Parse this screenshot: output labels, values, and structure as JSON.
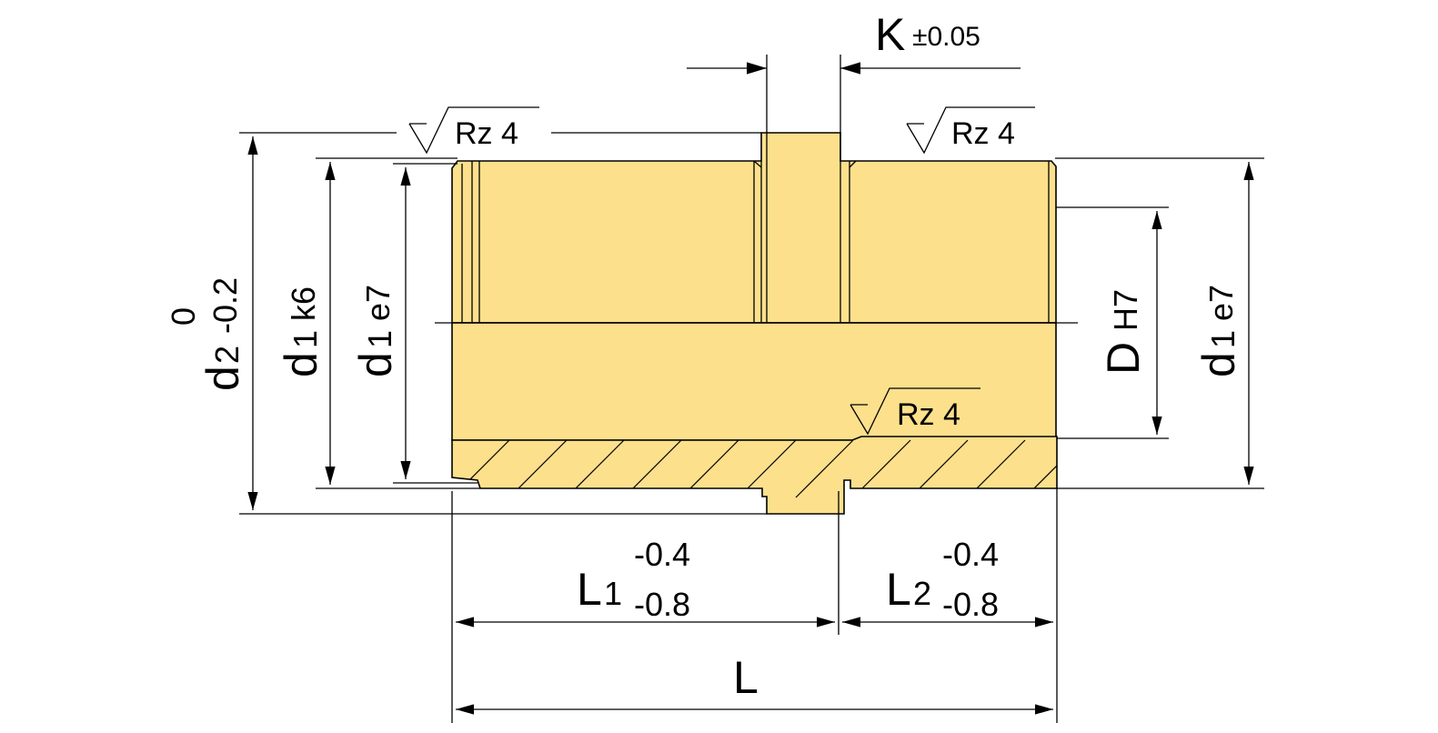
{
  "colors": {
    "part_fill": "#FDE08C",
    "line": "#000000",
    "background": "#FFFFFF"
  },
  "labels": {
    "k": "K",
    "k_tol": "±0.05",
    "rz_left": "Rz 4",
    "rz_right": "Rz 4",
    "rz_bore": "Rz 4",
    "d2": "d",
    "d2_sub": "2",
    "d2_tol_upper": "0",
    "d2_tol_lower": "-0.2",
    "d1_k6": "d",
    "d1_k6_sub": "1",
    "d1_k6_fit": "k6",
    "d1_e7_left": "d",
    "d1_e7_left_sub": "1",
    "d1_e7_left_fit": "e7",
    "d_h7": "D",
    "d_h7_fit": "H7",
    "d1_e7_right": "d",
    "d1_e7_right_sub": "1",
    "d1_e7_right_fit": "e7",
    "l1": "L",
    "l1_sub": "1",
    "l1_tol_upper": "-0.4",
    "l1_tol_lower": "-0.8",
    "l2": "L",
    "l2_sub": "2",
    "l2_tol_upper": "-0.4",
    "l2_tol_lower": "-0.8",
    "l": "L"
  }
}
